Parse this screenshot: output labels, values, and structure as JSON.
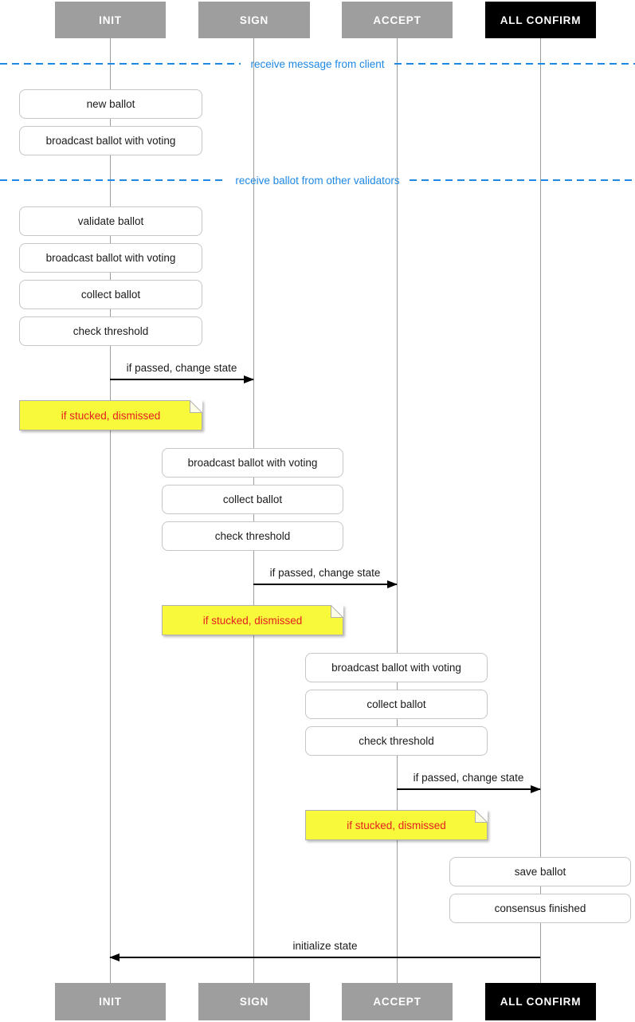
{
  "colors": {
    "actor_gray": "#9e9e9e",
    "actor_black": "#000000",
    "divider_blue": "#1e88e5",
    "note_yellow": "#f9f93b",
    "note_red": "#e52020"
  },
  "actors": [
    "INIT",
    "SIGN",
    "ACCEPT",
    "ALL CONFIRM"
  ],
  "dividers": [
    "receive message from client",
    "receive ballot from other validators"
  ],
  "lanes": {
    "init": {
      "client_steps": [
        "new ballot",
        "broadcast ballot with voting"
      ],
      "validator_steps": [
        "validate ballot",
        "broadcast ballot with voting",
        "collect ballot",
        "check threshold"
      ],
      "transition": "if passed, change state",
      "note": "if stucked, dismissed"
    },
    "sign": {
      "steps": [
        "broadcast ballot with voting",
        "collect ballot",
        "check threshold"
      ],
      "transition": "if passed, change state",
      "note": "if stucked, dismissed"
    },
    "accept": {
      "steps": [
        "broadcast ballot with voting",
        "collect ballot",
        "check threshold"
      ],
      "transition": "if passed, change state",
      "note": "if stucked, dismissed"
    },
    "all_confirm": {
      "steps": [
        "save ballot",
        "consensus finished"
      ],
      "transition": "initialize state"
    }
  }
}
